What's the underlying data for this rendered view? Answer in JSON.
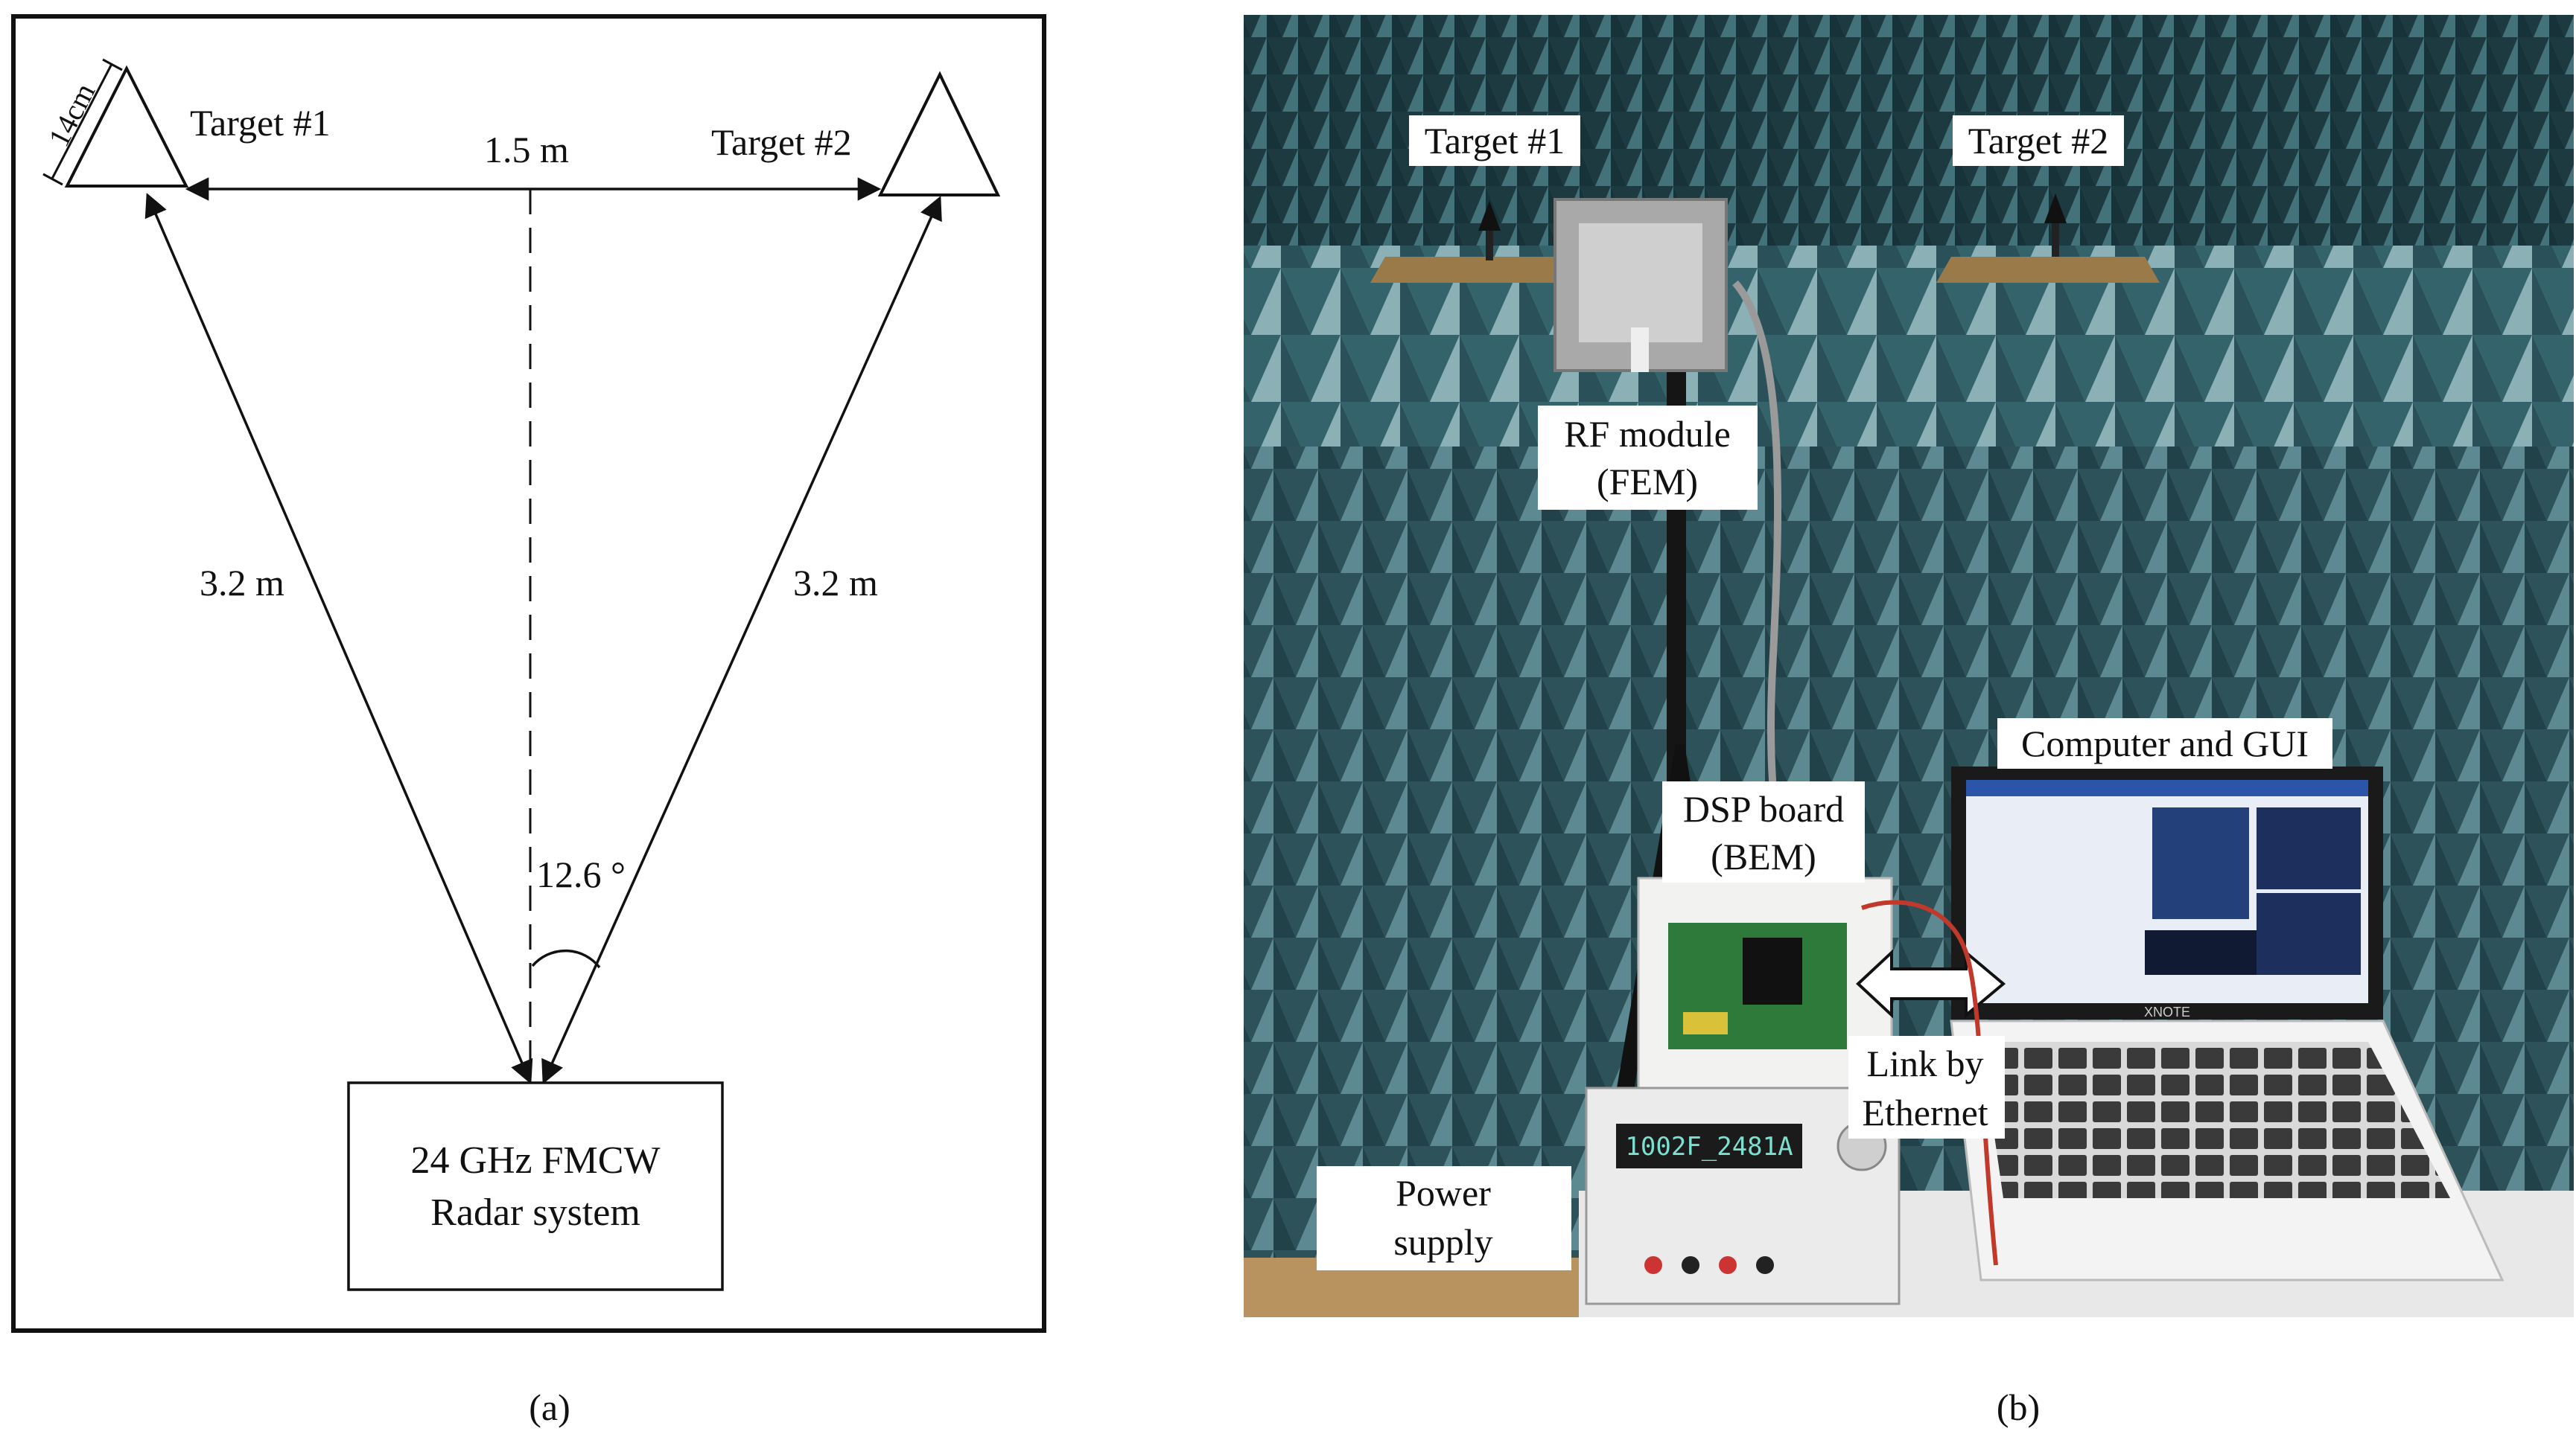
{
  "panel_a": {
    "caption": "(a)",
    "target1_label": "Target #1",
    "target2_label": "Target #2",
    "target_size_label": "14cm",
    "separation_label": "1.5 m",
    "left_range_label": "3.2 m",
    "right_range_label": "3.2 m",
    "angle_label": "12.6 °",
    "radar_line1": "24 GHz FMCW",
    "radar_line2": "Radar system"
  },
  "panel_b": {
    "caption": "(b)",
    "target1_label": "Target #1",
    "target2_label": "Target #2",
    "rf_line1": "RF module",
    "rf_line2": "(FEM)",
    "computer_label": "Computer and GUI",
    "dsp_line1": "DSP board",
    "dsp_line2": "(BEM)",
    "link_line1": "Link by",
    "link_line2": "Ethernet",
    "power_line1": "Power",
    "power_line2": "supply",
    "psu_display": "1002F_2481A",
    "laptop_brand": "XNOTE"
  },
  "colors": {
    "absorber_dark": "#1f3a40",
    "absorber_mid": "#3e6a72",
    "absorber_light": "#7fa3a8",
    "floor_wood": "#b8935f",
    "laptop_screen": "#e9eef6",
    "board_green": "#2e7a3a"
  }
}
